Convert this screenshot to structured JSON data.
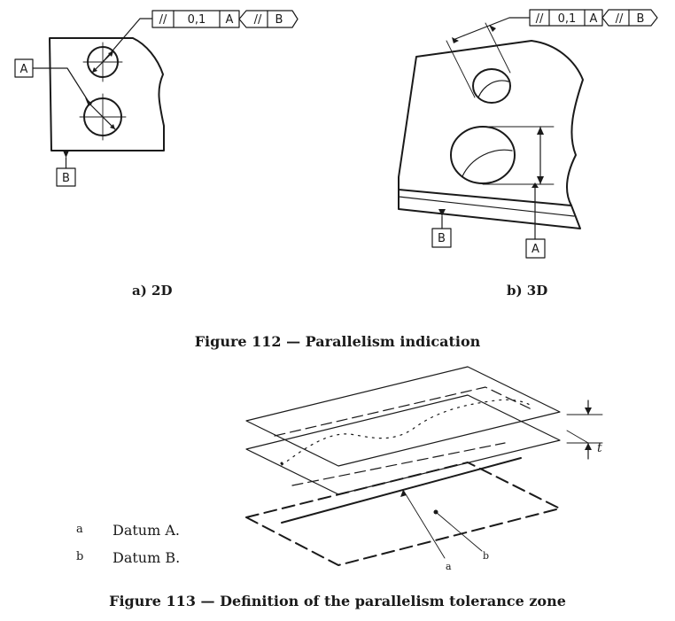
{
  "fig112": {
    "fcf_2d": {
      "primary_symbol": "//",
      "primary_value": "0,1",
      "primary_datum": "A",
      "secondary_symbol": "//",
      "secondary_datum": "B"
    },
    "fcf_3d": {
      "primary_symbol": "//",
      "primary_value": "0,1",
      "primary_datum": "A",
      "secondary_symbol": "//",
      "secondary_datum": "B"
    },
    "datum_a": "A",
    "datum_b": "B",
    "sub_a": "a)  2D",
    "sub_b": "b)  3D",
    "caption": "Figure 112 — Parallelism indication"
  },
  "fig113": {
    "thickness_label": "t",
    "callout_a": "a",
    "callout_b": "b",
    "key": [
      {
        "letter": "a",
        "text": "Datum A."
      },
      {
        "letter": "b",
        "text": "Datum B."
      }
    ],
    "caption": "Figure 113 — Definition of the parallelism tolerance zone"
  }
}
